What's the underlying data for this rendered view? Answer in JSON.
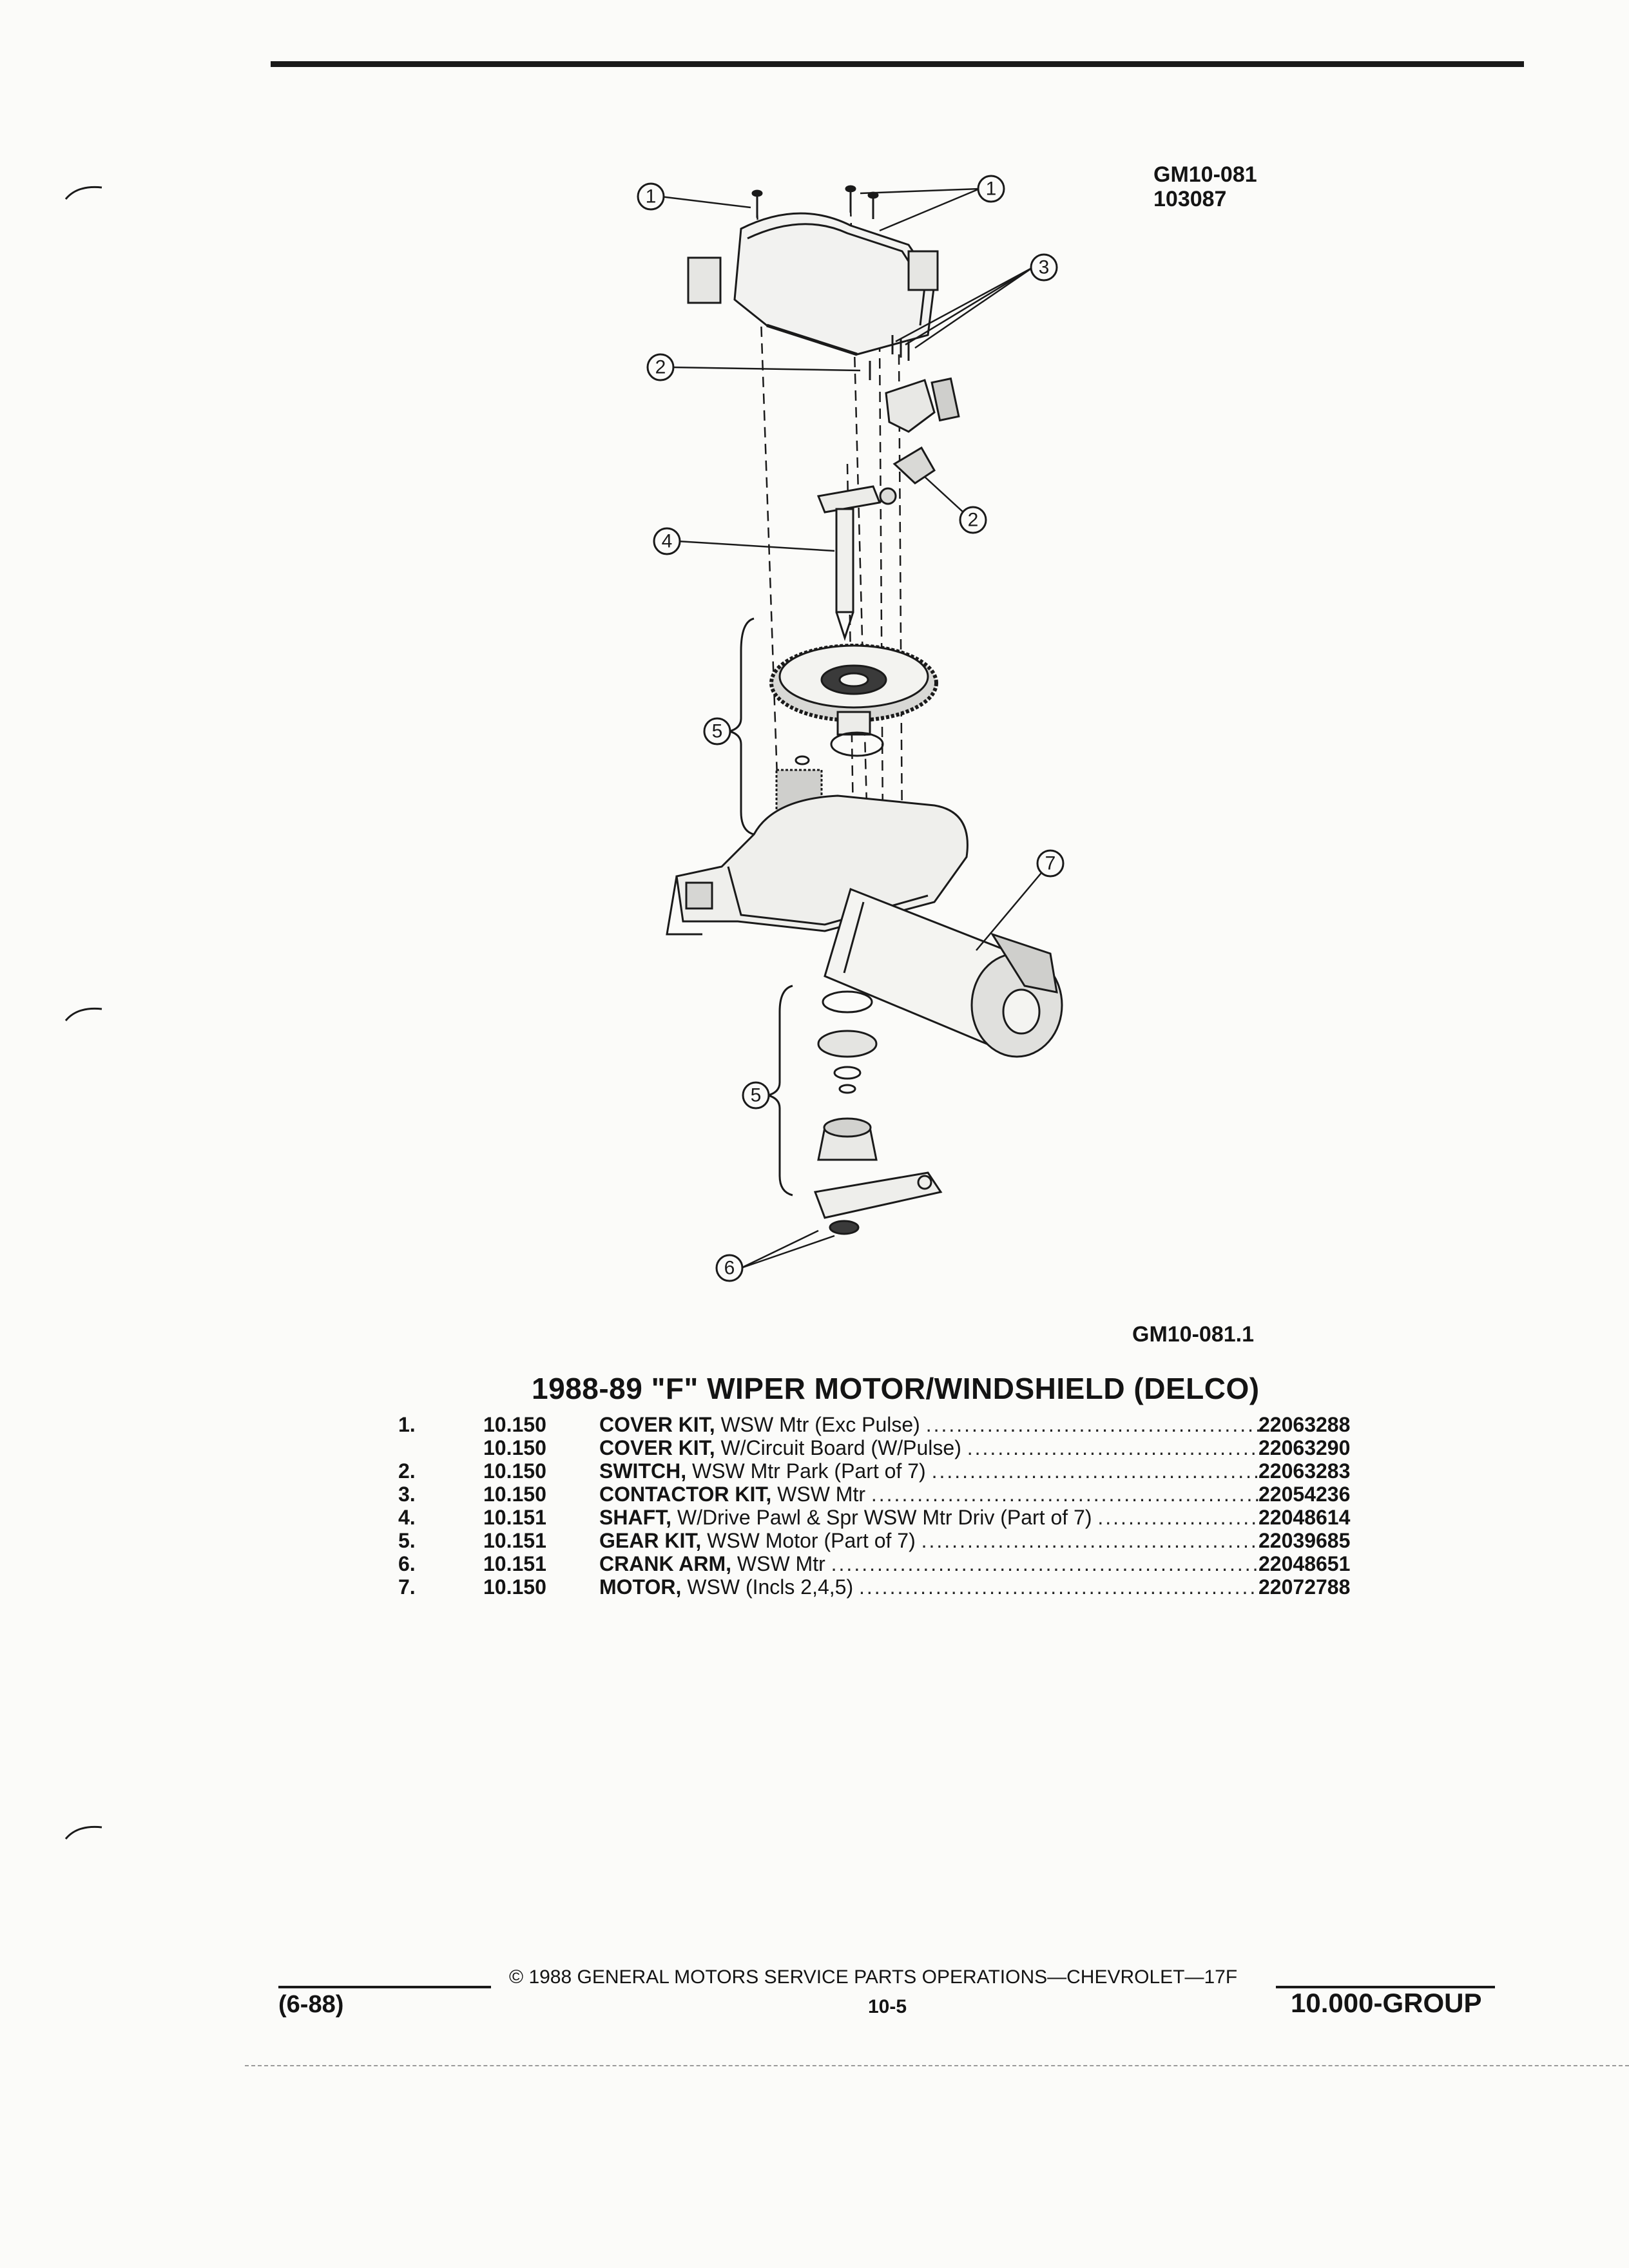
{
  "header": {
    "ref_code_1": "GM10-081",
    "ref_code_2": "103087"
  },
  "diagram": {
    "callouts": [
      "1",
      "1",
      "3",
      "2",
      "2",
      "4",
      "5",
      "7",
      "5",
      "6"
    ]
  },
  "figure_id": "GM10-081.1",
  "parts_list": {
    "title": "1988-89 \"F\" WIPER MOTOR/WINDSHIELD (DELCO)",
    "rows": [
      {
        "num": "1.",
        "group": "10.150",
        "name": "COVER KIT,",
        "detail": " WSW Mtr (Exc Pulse)",
        "part": "22063288"
      },
      {
        "num": "",
        "group": "10.150",
        "name": "COVER KIT,",
        "detail": " W/Circuit Board (W/Pulse)",
        "part": "22063290"
      },
      {
        "num": "2.",
        "group": "10.150",
        "name": "SWITCH,",
        "detail": " WSW Mtr Park (Part of 7)",
        "part": "22063283"
      },
      {
        "num": "3.",
        "group": "10.150",
        "name": "CONTACTOR KIT,",
        "detail": " WSW Mtr",
        "part": "22054236"
      },
      {
        "num": "4.",
        "group": "10.151",
        "name": "SHAFT,",
        "detail": " W/Drive Pawl & Spr WSW Mtr Driv (Part of 7)",
        "part": "22048614"
      },
      {
        "num": "5.",
        "group": "10.151",
        "name": "GEAR KIT,",
        "detail": " WSW Motor (Part of 7)",
        "part": "22039685"
      },
      {
        "num": "6.",
        "group": "10.151",
        "name": "CRANK ARM,",
        "detail": " WSW Mtr",
        "part": "22048651"
      },
      {
        "num": "7.",
        "group": "10.150",
        "name": "MOTOR,",
        "detail": " WSW (Incls 2,4,5)",
        "part": "22072788"
      }
    ]
  },
  "footer": {
    "copyright": "© 1988 GENERAL MOTORS SERVICE PARTS OPERATIONS—CHEVROLET—17F",
    "date_code": "(6-88)",
    "page_number": "10-5",
    "group_label": "10.000-GROUP"
  }
}
